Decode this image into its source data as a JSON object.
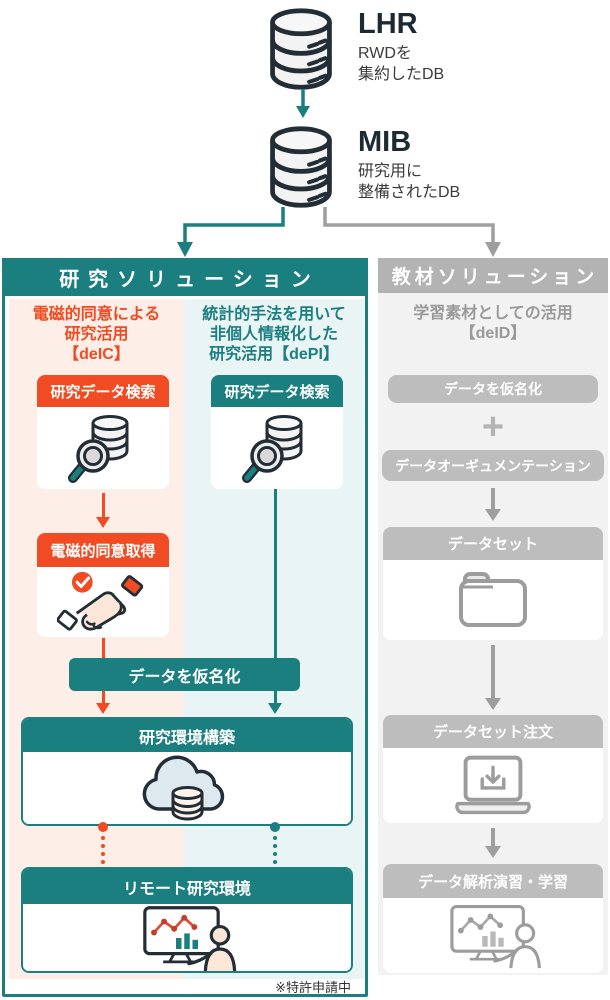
{
  "colors": {
    "teal": "#1b7e7f",
    "orange": "#f04b22",
    "gray_header": "#b3b3b3",
    "gray_box": "#bdbdbd",
    "pink_bg": "#fdeee7",
    "light_teal_bg": "#e9f4f4",
    "panel_gray_bg": "#f2f2f2",
    "icon_ink": "#232d36"
  },
  "top": {
    "lhr_title": "LHR",
    "lhr_desc_1": "RWDを",
    "lhr_desc_2": "集約したDB",
    "mib_title": "MIB",
    "mib_desc_1": "研究用に",
    "mib_desc_2": "整備されたDB"
  },
  "research": {
    "header": "研究ソリューション",
    "deic_line1": "電磁的同意による",
    "deic_line2": "研究活用",
    "deic_line3": "【deIC】",
    "depi_line1": "統計的手法を用いて",
    "depi_line2": "非個人情報化した",
    "depi_line3": "研究活用【dePI】",
    "search_deic": "研究データ検索",
    "search_depi": "研究データ検索",
    "consent": "電磁的同意取得",
    "pseudonymize": "データを仮名化",
    "env_build": "研究環境構築",
    "remote_env": "リモート研究環境",
    "patent_note": "※特許申請中"
  },
  "material": {
    "header": "教材ソリューション",
    "usage_line1": "学習素材としての活用",
    "usage_line2": "【deID】",
    "pseudonymize": "データを仮名化",
    "plus": "+",
    "augmentation": "データオーギュメンテーション",
    "dataset": "データセット",
    "dataset_order": "データセット注文",
    "analysis": "データ解析演習・学習"
  }
}
